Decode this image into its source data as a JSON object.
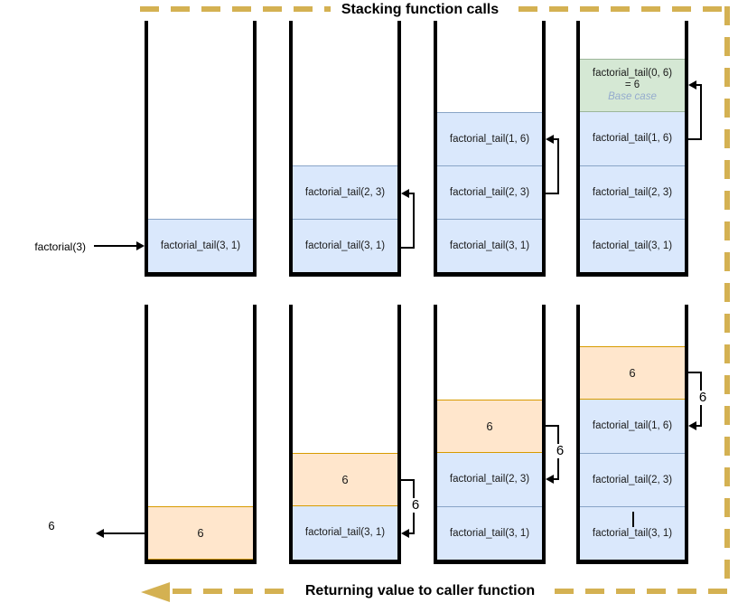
{
  "banner": {
    "top_label": "Stacking function calls",
    "bottom_label": "Returning value to caller function"
  },
  "phase_call": {
    "caller_label": "factorial(3)",
    "stacks": [
      {
        "frames": [
          {
            "text": "factorial_tail(3, 1)"
          }
        ]
      },
      {
        "frames": [
          {
            "text": "factorial_tail(2, 3)"
          },
          {
            "text": "factorial_tail(3, 1)"
          }
        ]
      },
      {
        "frames": [
          {
            "text": "factorial_tail(1, 6)"
          },
          {
            "text": "factorial_tail(2, 3)"
          },
          {
            "text": "factorial_tail(3, 1)"
          }
        ]
      },
      {
        "frames": [
          {
            "text": "factorial_tail(0, 6)",
            "result": "= 6",
            "note": "Base case"
          },
          {
            "text": "factorial_tail(1, 6)"
          },
          {
            "text": "factorial_tail(2, 3)"
          },
          {
            "text": "factorial_tail(3, 1)"
          }
        ]
      }
    ]
  },
  "phase_return": {
    "returned_value_label": "6",
    "stacks": [
      {
        "frames": [
          {
            "text": "6"
          }
        ]
      },
      {
        "frames": [
          {
            "text": "6"
          },
          {
            "text": "factorial_tail(3, 1)"
          }
        ],
        "connector_label": "6"
      },
      {
        "frames": [
          {
            "text": "6"
          },
          {
            "text": "factorial_tail(2, 3)"
          },
          {
            "text": "factorial_tail(3, 1)"
          }
        ],
        "connector_label": "6"
      },
      {
        "frames": [
          {
            "text": "6"
          },
          {
            "text": "factorial_tail(1, 6)"
          },
          {
            "text": "factorial_tail(2, 3)"
          },
          {
            "text": "factorial_tail(3, 1)"
          }
        ],
        "connector_label": "6"
      }
    ]
  },
  "colors": {
    "flow_dash": "#d4b152",
    "call_frame_fill": "#dae8fc",
    "call_frame_border": "#6c8ebf",
    "base_case_fill": "#d5e8d4",
    "base_case_border": "#82b366",
    "return_frame_fill": "#ffe6cc",
    "return_frame_border": "#d79b00",
    "base_case_note_text": "#94abce"
  }
}
